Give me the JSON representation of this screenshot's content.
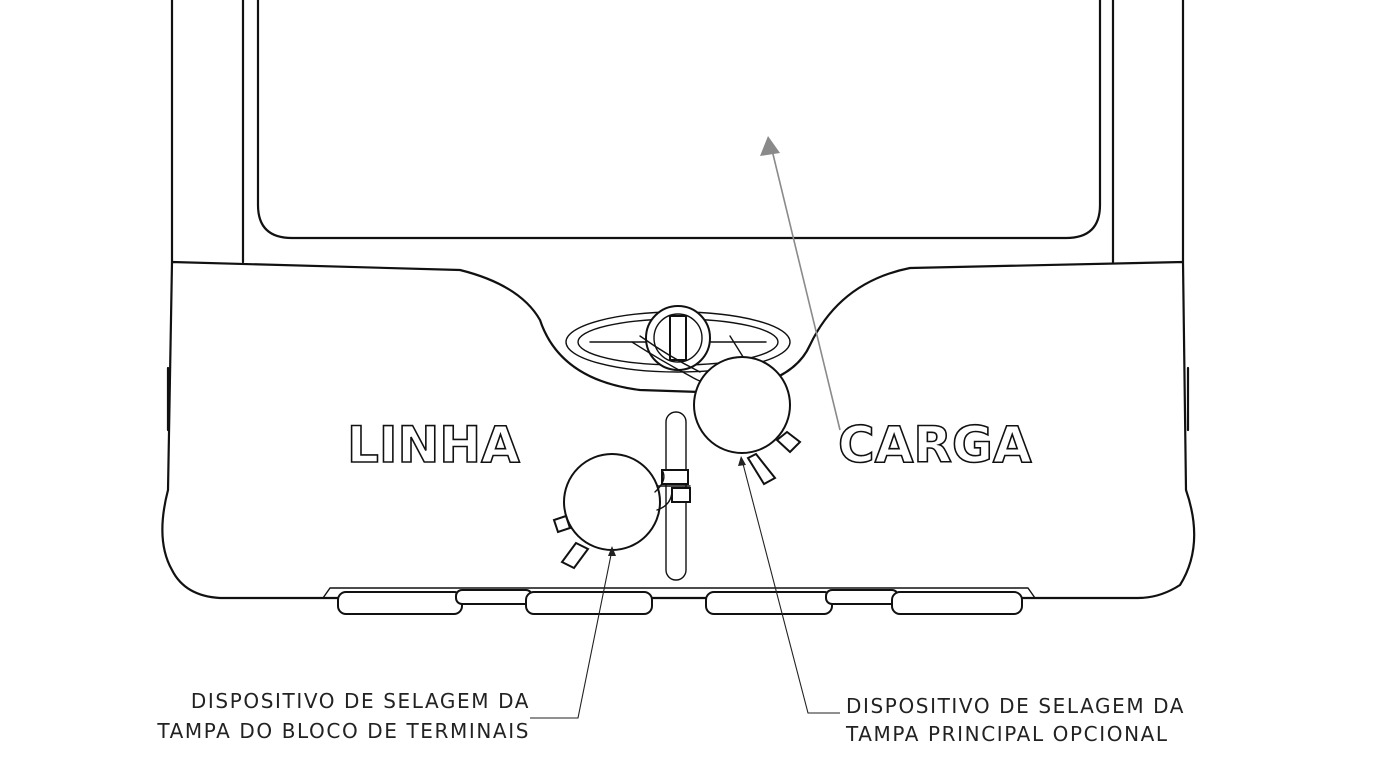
{
  "labels": {
    "line_side": "LINHA",
    "load_side": "CARGA"
  },
  "callouts": {
    "terminal_cover_seal": {
      "line1": "DISPOSITIVO DE SELAGEM DA",
      "line2": "TAMPA DO BLOCO DE TERMINAIS"
    },
    "main_cover_seal": {
      "line1": "DISPOSITIVO DE SELAGEM DA",
      "line2": "TAMPA PRINCIPAL OPCIONAL"
    }
  },
  "colors": {
    "line": "#111111",
    "background": "#ffffff",
    "pointer_arrow": "#8a8a8a"
  }
}
